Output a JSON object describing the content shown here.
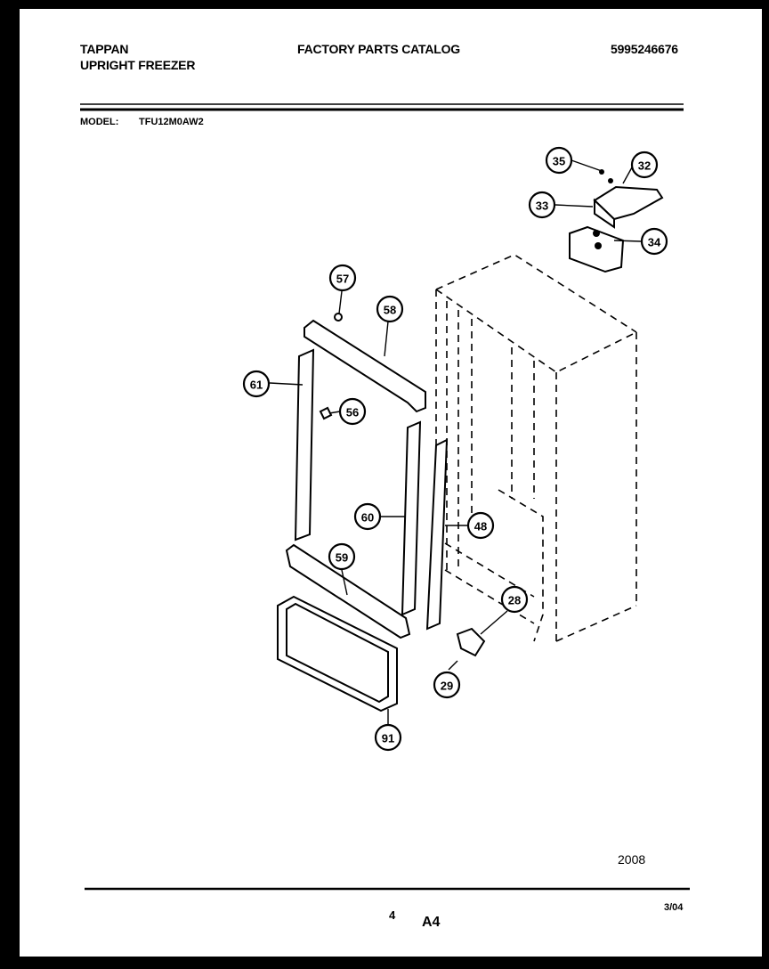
{
  "header": {
    "brand": "TAPPAN",
    "product": "UPRIGHT FREEZER",
    "catalog_title": "FACTORY PARTS CATALOG",
    "catalog_number": "5995246676",
    "model_label": "MODEL:",
    "model_value": "TFU12M0AW2"
  },
  "callouts": [
    "35",
    "32",
    "33",
    "34",
    "57",
    "58",
    "61",
    "56",
    "60",
    "48",
    "59",
    "28",
    "29",
    "91"
  ],
  "footer": {
    "figure_code": "2008",
    "page_number": "4",
    "section": "A4",
    "date": "3/04"
  }
}
